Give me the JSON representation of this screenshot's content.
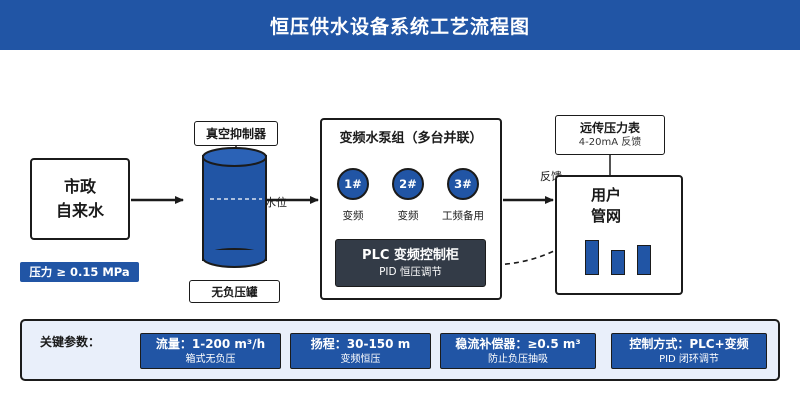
{
  "header": {
    "title": "恒压供水设备系统工艺流程图"
  },
  "source": {
    "line1": "市政",
    "line2": "自来水",
    "pressure": "压力 ≥ 0.15 MPa"
  },
  "tank": {
    "title": "真空抑制器",
    "label": "无负压罐",
    "level_label": "水位"
  },
  "pump_group": {
    "title": "变频水泵组（多台并联）",
    "pumps": [
      {
        "id": "1#",
        "caption": "变频"
      },
      {
        "id": "2#",
        "caption": "变频"
      },
      {
        "id": "3#",
        "caption": "工频备用"
      }
    ],
    "plc": {
      "title": "PLC 变频控制柜",
      "subtitle": "PID 恒压调节"
    }
  },
  "meter": {
    "title": "远传压力表",
    "subtitle": "4-20mA 反馈"
  },
  "feedback_label": "反馈",
  "user": {
    "line1": "用户",
    "line2": "管网"
  },
  "params": {
    "label": "关键参数：",
    "items": [
      {
        "main": "流量：1-200 m³/h",
        "sub": "箱式无负压"
      },
      {
        "main": "扬程：30-150 m",
        "sub": "变频恒压"
      },
      {
        "main": "稳流补偿器：≥0.5 m³",
        "sub": "防止负压抽吸"
      },
      {
        "main": "控制方式：PLC+变频",
        "sub": "PID 闭环调节"
      }
    ]
  },
  "colors": {
    "primary": "#2155a5",
    "plc": "#333b47",
    "panel": "#e9effa"
  }
}
